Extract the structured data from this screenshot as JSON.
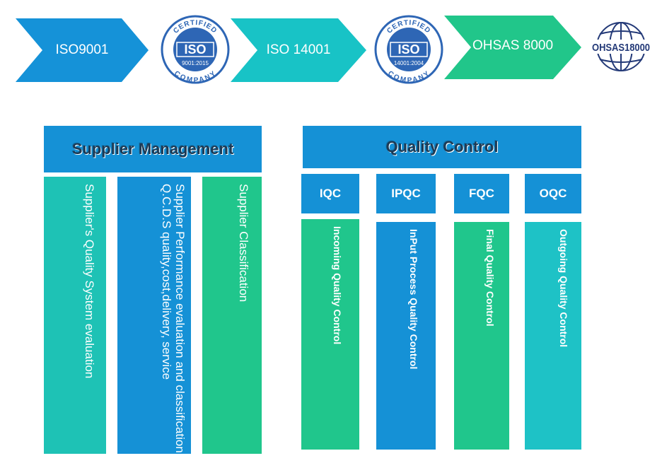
{
  "certifications": [
    {
      "label": "ISO9001"
    },
    {
      "label": "ISO 14001"
    },
    {
      "label": "OHSAS 8000"
    }
  ],
  "seals": [
    {
      "top_text": "CERTIFIED",
      "center_text": "ISO",
      "sub_text": "9001:2015",
      "bottom_text": "COMPANY"
    },
    {
      "top_text": "CERTIFIED",
      "center_text": "ISO",
      "sub_text": "14001:2004",
      "bottom_text": "COMPANY"
    }
  ],
  "ohsas_logo": {
    "text": "OHSAS18000"
  },
  "supplier_management": {
    "title": "Supplier Management",
    "columns": [
      {
        "text": "Supplier's Quality  System evaluation"
      },
      {
        "text": "Supplier Performance evaluation and classification\nQ.C.D.S  quality,cost,delivery, service"
      },
      {
        "text": "Supplier Classification"
      }
    ]
  },
  "quality_control": {
    "title": "Quality Control",
    "stages": [
      {
        "abbr": "IQC",
        "full": "Incoming Quality Control"
      },
      {
        "abbr": "IPQC",
        "full": "InPut Process Quality Control"
      },
      {
        "abbr": "FQC",
        "full": "Final Quality Control"
      },
      {
        "abbr": "OQC",
        "full": "Outgoing Quality Control"
      }
    ]
  },
  "colors": {
    "chevron_1": "#1592d8",
    "chevron_2": "#18c3c6",
    "chevron_3": "#21c68a",
    "header_blue": "#1591d6",
    "column_teal": "#1ec2b5",
    "column_blue": "#1591d6",
    "column_green": "#20c68c",
    "seal_blue": "#2e66b5"
  }
}
